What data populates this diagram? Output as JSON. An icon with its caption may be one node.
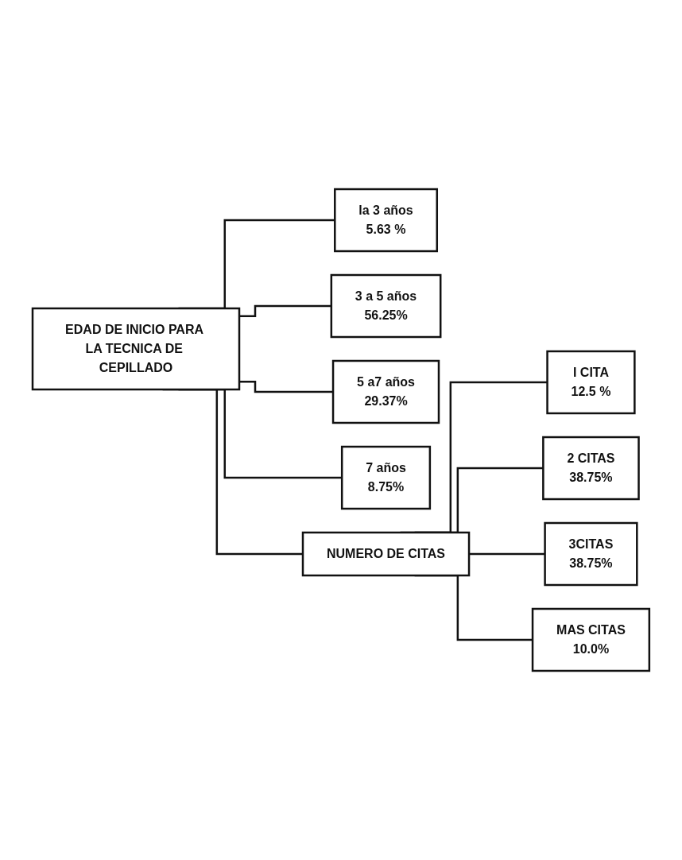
{
  "diagram": {
    "nodes": [
      {
        "text": [
          "EDAD DE INICIO PARA LA TECNICA DE CEPILLADO"
        ]
      },
      {
        "text": [
          "la 3 años",
          "5.63 %"
        ]
      },
      {
        "text": [
          "3 a 5 años",
          "56.25%"
        ]
      },
      {
        "text": [
          "5 a7 años",
          "29.37%"
        ]
      },
      {
        "text": [
          "7 años",
          "8.75%"
        ]
      },
      {
        "text": [
          "NUMERO DE CITAS"
        ]
      },
      {
        "text": [
          "I CITA",
          "12.5 %"
        ]
      },
      {
        "text": [
          "2 CITAS",
          "38.75%"
        ]
      },
      {
        "text": [
          "3CITAS",
          "38.75%"
        ]
      },
      {
        "text": [
          "MAS CITAS",
          "10.0%"
        ]
      }
    ],
    "edges": [
      {
        "from": 0,
        "to": 1,
        "arrow": "none"
      },
      {
        "from": 0,
        "to": 2,
        "arrow": "none"
      },
      {
        "from": 0,
        "to": 3,
        "arrow": "none"
      },
      {
        "from": 0,
        "to": 4,
        "arrow": "none"
      },
      {
        "from": 0,
        "to": 5,
        "arrow": "none"
      },
      {
        "from": 5,
        "to": 6,
        "arrow": "none"
      },
      {
        "from": 5,
        "to": 7,
        "arrow": "none"
      },
      {
        "from": 5,
        "to": 8,
        "arrow": "none"
      },
      {
        "from": 5,
        "to": 9,
        "arrow": "none"
      }
    ]
  }
}
